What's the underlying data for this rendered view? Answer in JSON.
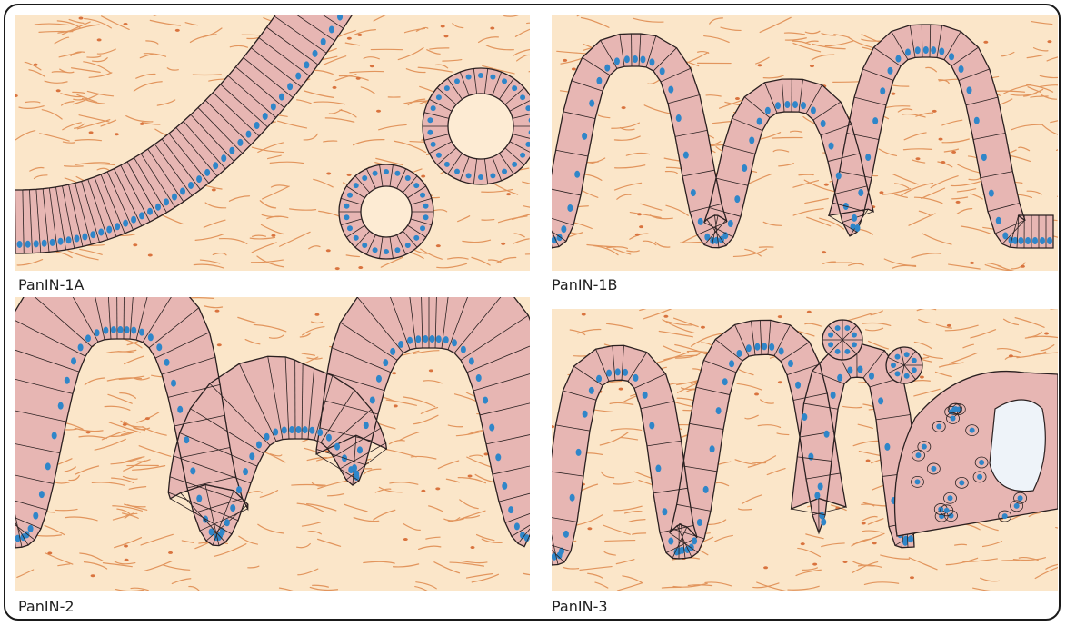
{
  "panels": [
    {
      "id": "p1",
      "label": "PanIN-1A"
    },
    {
      "id": "p2",
      "label": "PanIN-1B"
    },
    {
      "id": "p3",
      "label": "PanIN-2"
    },
    {
      "id": "p4",
      "label": "PanIN-3"
    }
  ],
  "colors": {
    "stroma": "#fbe6c9",
    "fiber": "#e2955d",
    "fiber_dark": "#d9733e",
    "epithelium": "#e7b6b3",
    "outline": "#2a2020",
    "nucleus": "#2f86c9",
    "lumen": "#fdebd3",
    "lumen_empty": "#eef3f9"
  }
}
